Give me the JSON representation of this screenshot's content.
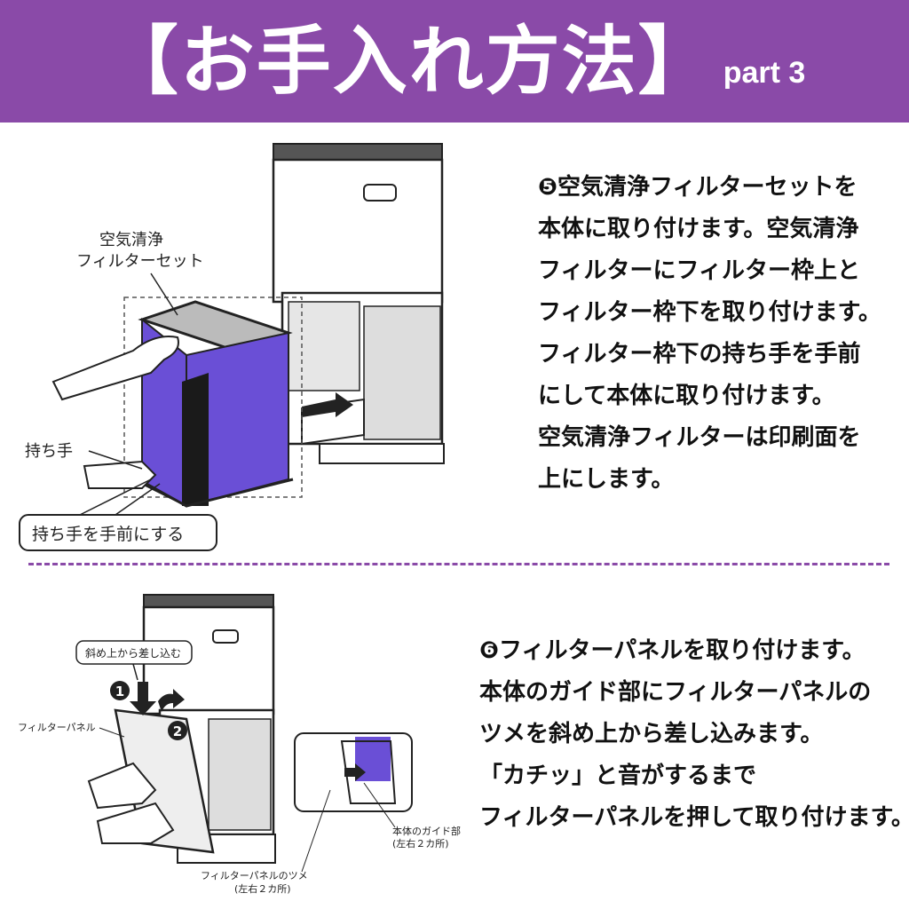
{
  "header": {
    "title": "【お手入れ方法】",
    "subtitle": "part 3",
    "color": "#8a4aa8"
  },
  "step5": {
    "lines": [
      "❺空気清浄フィルターセットを",
      "本体に取り付けます。空気清浄",
      "フィルターにフィルター枠上と",
      "フィルター枠下を取り付けます。",
      "フィルター枠下の持ち手を手前",
      "にして本体に取り付けます。",
      "空気清浄フィルターは印刷面を",
      "上にします。"
    ],
    "illustration": {
      "label_filter_set": [
        "空気清浄",
        "フィルターセット"
      ],
      "label_handle": "持ち手",
      "callout_handle_front": "持ち手を手前にする"
    }
  },
  "step6": {
    "lines": [
      "❻フィルターパネルを取り付けます。",
      "本体のガイド部にフィルターパネルの",
      "ツメを斜め上から差し込みます。",
      "「カチッ」と音がするまで",
      "フィルターパネルを押して取り付けます。"
    ],
    "illustration": {
      "callout_insert": "斜め上から差し込む",
      "label_panel": "フィルターパネル",
      "label_guide": [
        "本体のガイド部",
        "(左右２カ所)"
      ],
      "label_tab": [
        "フィルターパネルのツメ",
        "(左右２カ所)"
      ],
      "badge_1": "1",
      "badge_2": "2"
    }
  },
  "colors": {
    "accent": "#8a4aa8",
    "filter": "#6a4fd6"
  }
}
